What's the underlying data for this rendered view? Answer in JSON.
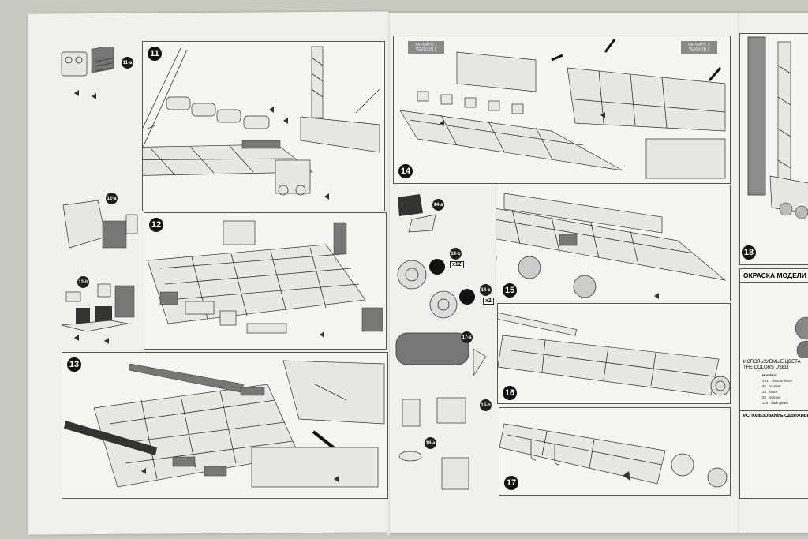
{
  "steps": {
    "s11": "11",
    "s12": "12",
    "s13": "13",
    "s14": "14",
    "s15": "15",
    "s16": "16",
    "s17": "17",
    "s18": "18"
  },
  "sub_steps": {
    "s11a": "11-a",
    "s12a": "12-a",
    "s12b": "12-b",
    "s14a": "14-a",
    "s14b": "14-b",
    "s14c": "14-c",
    "s17a": "17-a",
    "s18a": "18-a",
    "s18b": "18-b"
  },
  "multipliers": {
    "x12": "x12",
    "x2": "x2"
  },
  "variants": {
    "v1": {
      "title": "ВАРИАНТ 1",
      "subtitle": "VERSION 1"
    },
    "v2": {
      "title": "ВАРИАНТ 2",
      "subtitle": "VERSION 2"
    }
  },
  "paint_section": {
    "title": "ОКРАСКА МОДЕЛИ",
    "colors_used_ru": "ИСПОЛЬЗУЕМЫЕ ЦВЕТА",
    "colors_used_en": "THE COLORS USED",
    "brand_header": "Humbrol",
    "colors": [
      {
        "code": "191",
        "name": "chrome silver"
      },
      {
        "code": "60",
        "name": "scarlett"
      },
      {
        "code": "33",
        "name": "black"
      },
      {
        "code": "82",
        "name": "orange"
      },
      {
        "code": "116",
        "name": "dark green"
      }
    ],
    "decals_title": "ИСПОЛЬЗОВАНИЕ СДВИЖНЫХ КА"
  },
  "colors": {
    "paper": "#f1f0ec",
    "ink": "#333333",
    "badge": "#111111"
  }
}
